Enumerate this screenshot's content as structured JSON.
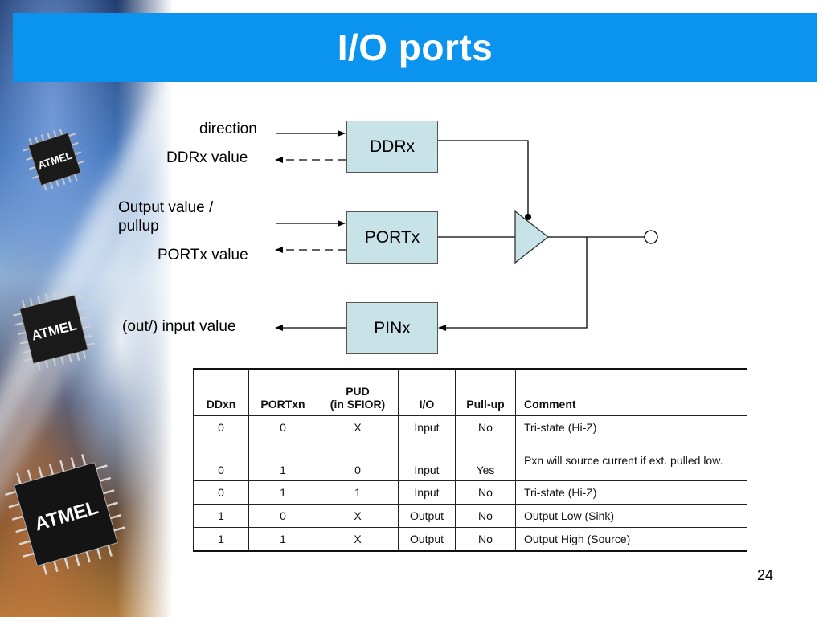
{
  "slide": {
    "title": "I/O ports",
    "number": "24"
  },
  "brand": {
    "chip_logo": "ATMEL",
    "title_bar_color": "#0b93f0",
    "register_fill": "#c7e3e8"
  },
  "diagram": {
    "registers": {
      "ddr": "DDRx",
      "port": "PORTx",
      "pin": "PINx"
    },
    "labels": {
      "direction": "direction",
      "ddr_value": "DDRx value",
      "output_value_line1": "Output value /",
      "output_value_line2": "pullup",
      "port_value": "PORTx value",
      "input_value": "(out/) input value"
    },
    "icons": [
      "tristate-buffer-icon",
      "pin-terminal-icon"
    ]
  },
  "table": {
    "headers": {
      "ddxn": "DDxn",
      "portxn": "PORTxn",
      "pud_line1": "PUD",
      "pud_line2": "(in SFIOR)",
      "io": "I/O",
      "pullup": "Pull-up",
      "comment": "Comment"
    },
    "rows": [
      {
        "ddxn": "0",
        "portxn": "0",
        "pud": "X",
        "io": "Input",
        "pullup": "No",
        "comment": "Tri-state (Hi-Z)"
      },
      {
        "ddxn": "0",
        "portxn": "1",
        "pud": "0",
        "io": "Input",
        "pullup": "Yes",
        "comment": "Pxn will source current if ext. pulled low."
      },
      {
        "ddxn": "0",
        "portxn": "1",
        "pud": "1",
        "io": "Input",
        "pullup": "No",
        "comment": "Tri-state (Hi-Z)"
      },
      {
        "ddxn": "1",
        "portxn": "0",
        "pud": "X",
        "io": "Output",
        "pullup": "No",
        "comment": "Output Low (Sink)"
      },
      {
        "ddxn": "1",
        "portxn": "1",
        "pud": "X",
        "io": "Output",
        "pullup": "No",
        "comment": "Output High (Source)"
      }
    ]
  }
}
